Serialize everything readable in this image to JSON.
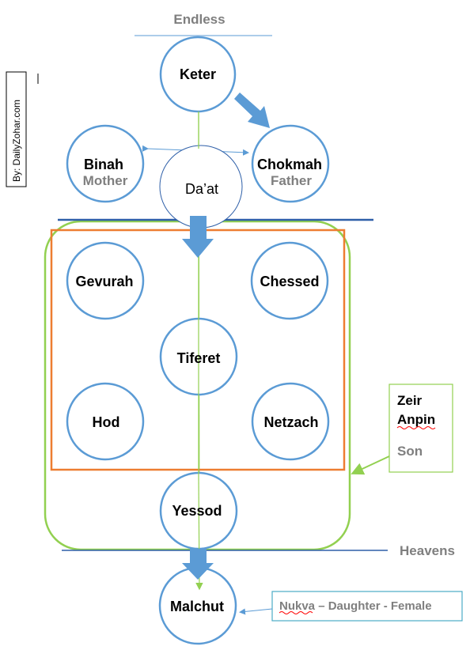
{
  "credit": "By: DailyZohar.com",
  "labels": {
    "endless": "Endless",
    "heavens": "Heavens"
  },
  "nodes": {
    "keter": "Keter",
    "binah": "Binah",
    "binah_sub": "Mother",
    "daat": "Da’at",
    "chokmah": "Chokmah",
    "chokmah_sub": "Father",
    "gevurah": "Gevurah",
    "chessed": "Chessed",
    "tiferet": "Tiferet",
    "hod": "Hod",
    "netzach": "Netzach",
    "yessod": "Yessod",
    "malchut": "Malchut"
  },
  "zeir_anpin": {
    "line1": "Zeir",
    "line2": "Anpin",
    "sub": "Son"
  },
  "nukva": {
    "word": "Nukva",
    "rest": " – Daughter - Female"
  },
  "colors": {
    "circle_stroke": "#5b9bd5",
    "arrow_fill": "#5b9bd5",
    "green": "#92d050",
    "orange": "#ed7d31",
    "dark_blue_line": "#2e5fa8",
    "grey_text": "#7f7f7f",
    "teal_border": "#4bacc6"
  }
}
